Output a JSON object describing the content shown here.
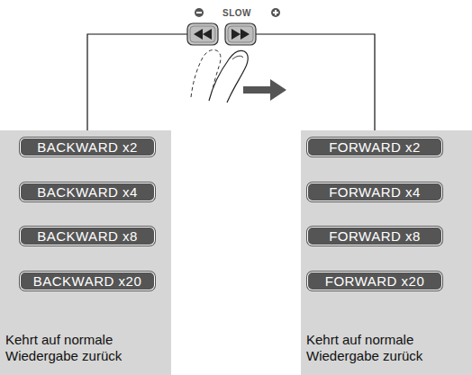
{
  "diagram": {
    "nodes": [
      {
        "text": [
          "Kehrt auf normale Wiedergabe zurück"
        ]
      },
      {
        "text": [
          "BACKWARD x2"
        ],
        "in": 0
      },
      {
        "text": [
          "BACKWARD x4"
        ],
        "in": 0
      },
      {
        "text": [
          "BACKWARD x8"
        ],
        "in": 0
      },
      {
        "text": [
          "BACKWARD x20"
        ],
        "in": 0
      },
      {
        "text": [
          "Kehrt auf normale Wiedergabe zurück"
        ]
      },
      {
        "text": [
          "FORWARD x2"
        ],
        "in": 5
      },
      {
        "text": [
          "FORWARD x4"
        ],
        "in": 5
      },
      {
        "text": [
          "FORWARD x8"
        ],
        "in": 5
      },
      {
        "text": [
          "FORWARD x20"
        ],
        "in": 5
      }
    ],
    "edges": [
      {
        "from": 1,
        "to": 2,
        "arrow": "to"
      },
      {
        "from": 2,
        "to": 3,
        "arrow": "to"
      },
      {
        "from": 3,
        "to": 4,
        "arrow": "to"
      },
      {
        "from": 4,
        "to": 0,
        "arrow": "to"
      },
      {
        "from": 6,
        "to": 7,
        "arrow": "to"
      },
      {
        "from": 7,
        "to": 8,
        "arrow": "to"
      },
      {
        "from": 8,
        "to": 9,
        "arrow": "to"
      },
      {
        "from": 9,
        "to": 5,
        "arrow": "to"
      }
    ],
    "labels": [
      "SLOW"
    ]
  }
}
